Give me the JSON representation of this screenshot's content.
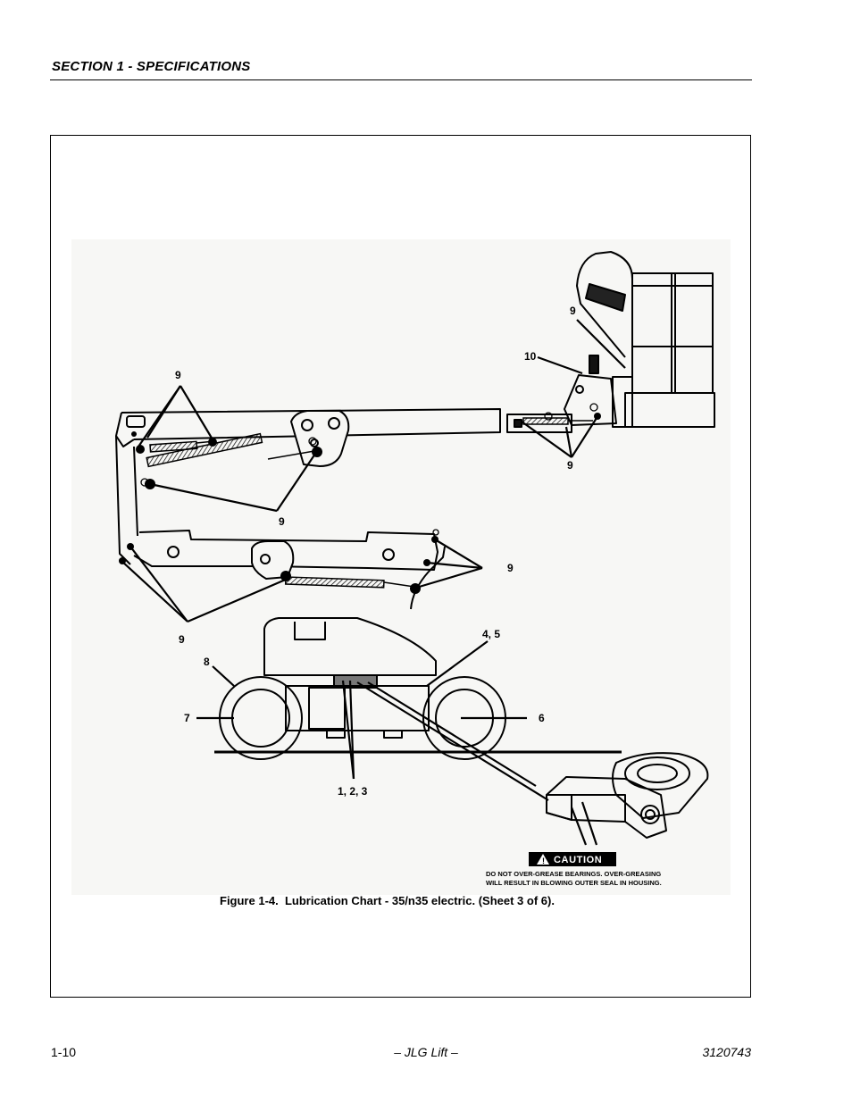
{
  "header": {
    "section_title": "SECTION 1 - SPECIFICATIONS"
  },
  "figure": {
    "caption": "Figure 1-4.  Lubrication Chart - 35/n35 electric. (Sheet 3 of 6).",
    "callouts": {
      "platform_pivot": "9",
      "rotator": "10",
      "upper_boom_pivots": "9",
      "upper_cylinder": "9",
      "platform_cylinder": "9",
      "lower_left_pivots": "9",
      "lower_right_pivots": "9",
      "wheel_drive": "4, 5",
      "steer": "8",
      "left_wheel": "7",
      "right_wheel": "6",
      "swing_bearing": "1, 2, 3"
    },
    "caution": {
      "label": "CAUTION",
      "line1": "DO NOT OVER-GREASE BEARINGS. OVER-GREASING",
      "line2": "WILL RESULT IN BLOWING OUTER SEAL IN HOUSING."
    }
  },
  "footer": {
    "page_number": "1-10",
    "center": "– JLG Lift –",
    "doc_number": "3120743"
  }
}
